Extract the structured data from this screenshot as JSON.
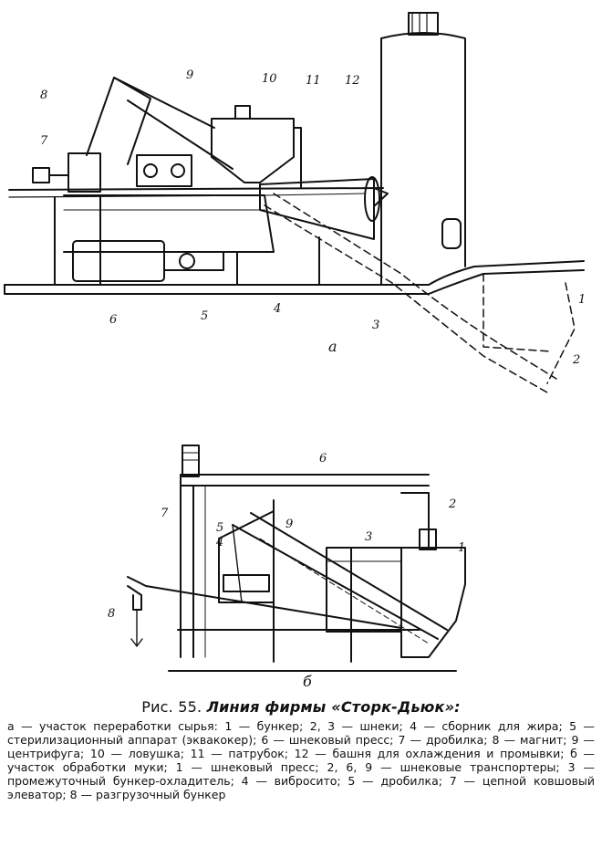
{
  "figure": {
    "top_labels": {
      "l1": "1",
      "l2": "2",
      "l3": "3",
      "l4": "4",
      "l5": "5",
      "l6": "6",
      "l7": "7",
      "l8": "8",
      "l9": "9",
      "l10": "10",
      "l11": "11",
      "l12": "12"
    },
    "bottom_labels": {
      "l1": "1",
      "l2": "2",
      "l3": "3",
      "l4": "4",
      "l5": "5",
      "l6": "6",
      "l7": "7",
      "l8": "8",
      "l9": "9"
    },
    "sub_a": "а",
    "sub_b": "б"
  },
  "caption": {
    "prefix": "Рис. 55.",
    "title": "Линия фирмы «Сторк-Дьюк»:",
    "text": "а — участок переработки сырья: 1 — бункер; 2, 3 — шнеки; 4 — сборник для жира; 5 — стерилизационный аппарат (эквакокер); 6 — шнековый пресс; 7 — дробилка; 8 — магнит; 9 — центрифуга; 10 — ловушка; 11 — патрубок; 12 — башня для охлаждения и промывки; б — участок обработки муки; 1 — шнековый пресс; 2, 6, 9 — шнековые транспортеры; 3 — промежуточный бункер-охладитель; 4 — вибросито; 5 — дробилка; 7 — цепной ковшовый элеватор; 8 — разгрузочный бункер"
  }
}
